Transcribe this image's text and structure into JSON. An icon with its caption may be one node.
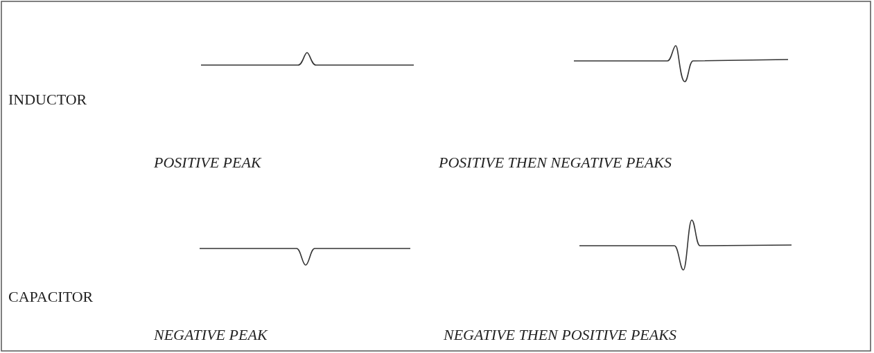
{
  "diagram": {
    "labels": [
      "INDUCTOR",
      "POSITIVE PEAK",
      "POSITIVE THEN NEGATIVE PEAKS",
      "CAPACITOR",
      "NEGATIVE PEAK",
      "NEGATIVE THEN POSITIVE PEAKS"
    ]
  }
}
